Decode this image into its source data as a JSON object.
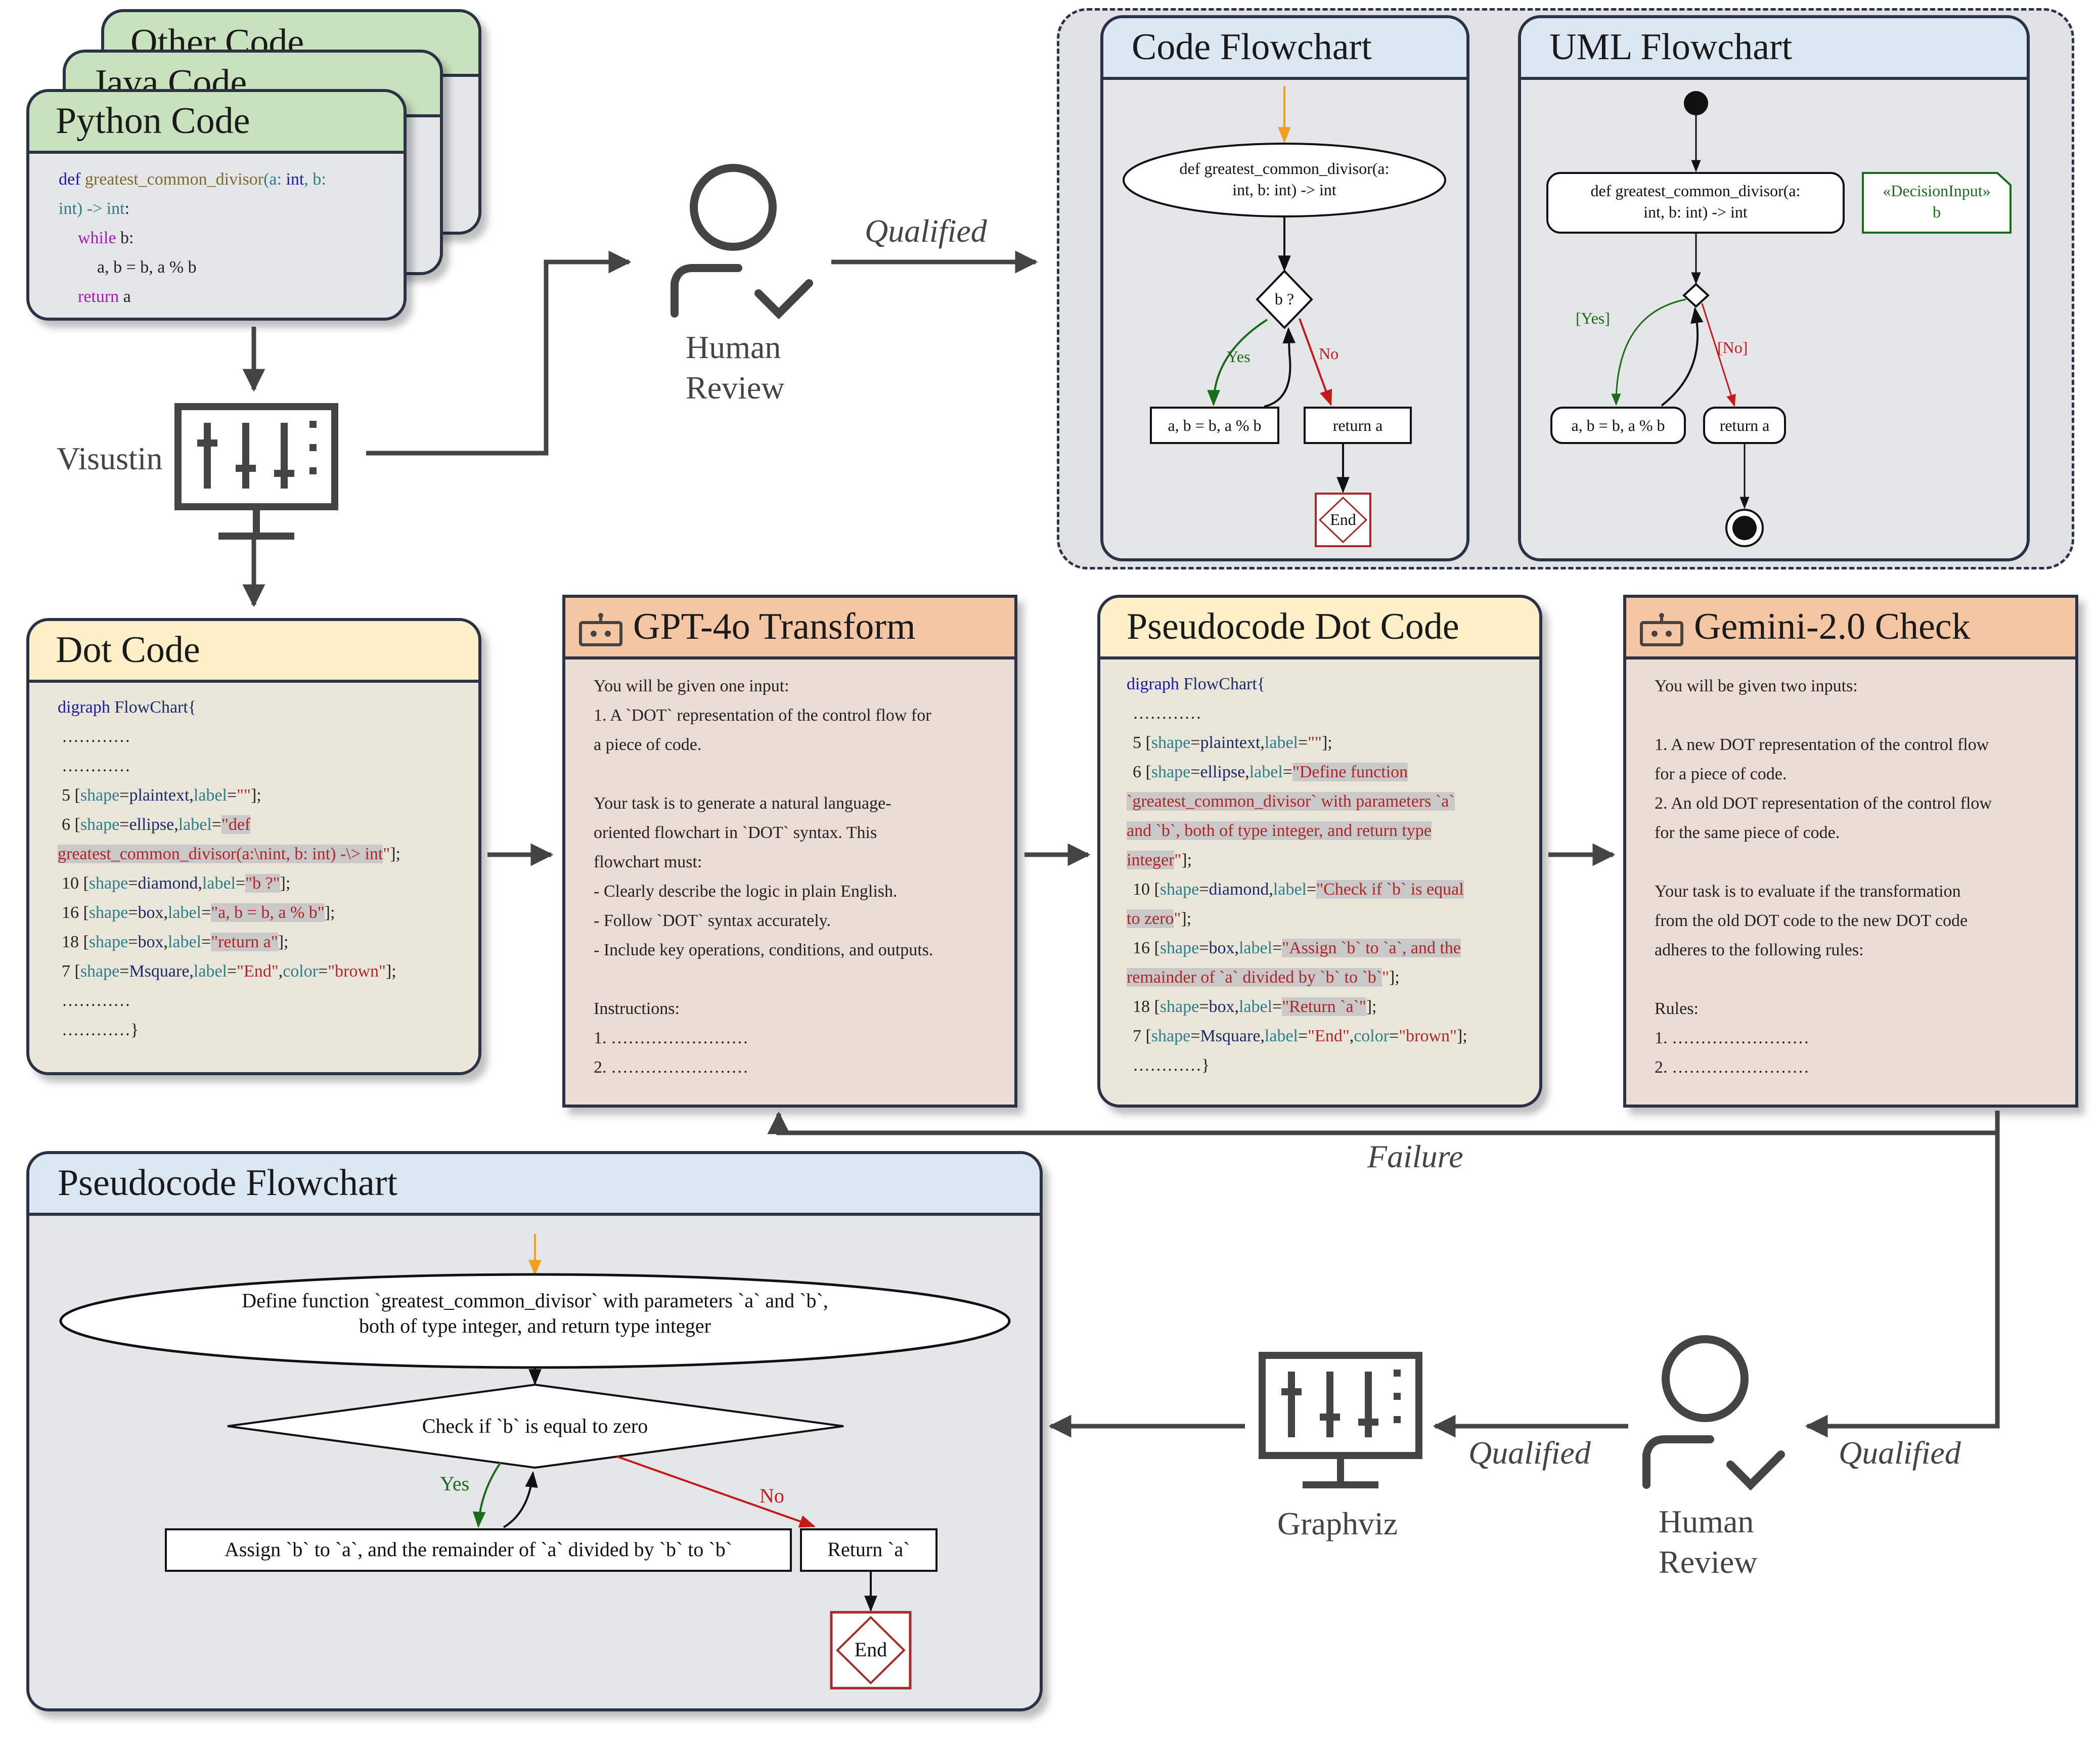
{
  "python_stack": {
    "back_titles": [
      "Other Code",
      "Java Code"
    ],
    "title": "Python Code",
    "code": {
      "l1": [
        "def",
        " greatest_common_divisor",
        "(a: ",
        "int",
        ", b:"
      ],
      "l2": [
        "int",
        ") -> ",
        "int",
        ":"
      ],
      "l3": [
        "while",
        " b:"
      ],
      "l4": "a, b = b, a % b",
      "l5": [
        "return",
        " a"
      ]
    }
  },
  "visustin_label": "Visustin",
  "human_review_top": [
    "Human",
    "Review"
  ],
  "qualified_top": "Qualified",
  "code_flowchart": {
    "title": "Code Flowchart",
    "start": [
      "def greatest_common_divisor(a:",
      "int, b: int) -> int"
    ],
    "decision": "b ?",
    "yes": "Yes",
    "no": "No",
    "loop_box": "a, b = b, a % b",
    "return_box": "return a",
    "end": "End"
  },
  "uml_flowchart": {
    "title": "UML Flowchart",
    "action": [
      "def greatest_common_divisor(a:",
      "int, b: int) -> int"
    ],
    "note": [
      "«DecisionInput»",
      "b"
    ],
    "yes": "[Yes]",
    "no": "[No]",
    "loop_box": "a, b = b, a % b",
    "return_box": "return a"
  },
  "dot_code": {
    "title": "Dot Code",
    "l1": [
      "digraph",
      " FlowChart{"
    ],
    "dots": "…………",
    "dots_end": "…………}",
    "l5": [
      "5 [",
      "shape",
      "=",
      "plaintext",
      ",",
      "label",
      "=",
      "\"\"",
      "];"
    ],
    "l6a": [
      "6 [",
      "shape",
      "=",
      "ellipse",
      ",",
      "label",
      "=",
      "\"def"
    ],
    "l6b": [
      "greatest_common_divisor(a:\\nint, b: int) -\\> int",
      "\"",
      "];"
    ],
    "l10": [
      "10 [",
      "shape",
      "=",
      "diamond",
      ",",
      "label",
      "=",
      "\"b ?\"",
      "];"
    ],
    "l16": [
      "16 [",
      "shape",
      "=",
      "box",
      ",",
      "label",
      "=",
      "\"a, b = b, a % b\"",
      "];"
    ],
    "l18": [
      "18 [",
      "shape",
      "=",
      "box",
      ",",
      "label",
      "=",
      "\"return a\"",
      "];"
    ],
    "l7": [
      "7 [",
      "shape",
      "=",
      "Msquare",
      ",",
      "label",
      "=",
      "\"End\"",
      ",",
      "color",
      "=",
      "\"brown\"",
      "];"
    ]
  },
  "gpt_transform": {
    "title": "GPT-4o Transform",
    "lines": [
      "You will be given one input:",
      "1. A `DOT` representation of the control flow for",
      "a piece of code.",
      "",
      "Your task is to generate a natural language-",
      "oriented flowchart in `DOT` syntax. This",
      "flowchart must:",
      "- Clearly describe the logic in plain English.",
      "- Follow `DOT` syntax accurately.",
      "- Include key operations, conditions, and outputs.",
      "",
      "Instructions:",
      "1. ……………………",
      "2. ……………………"
    ]
  },
  "pseudo_dot": {
    "title": "Pseudocode Dot Code",
    "l1": [
      "digraph",
      " FlowChart{"
    ],
    "dots": "…………",
    "dots_end": "…………}",
    "l5": [
      "5 [",
      "shape",
      "=",
      "plaintext",
      ",",
      "label",
      "=",
      "\"\"",
      "];"
    ],
    "l6a": [
      "6 [",
      "shape",
      "=",
      "ellipse",
      ",",
      "label",
      "=",
      "\"Define function"
    ],
    "l6b": "`greatest_common_divisor` with parameters `a`",
    "l6c": "and `b`, both of type integer, and return type",
    "l6d": [
      "integer",
      "\"",
      "];"
    ],
    "l10a": [
      "10 [",
      "shape",
      "=",
      "diamond",
      ",",
      "label",
      "=",
      "\"Check if `b` is equal"
    ],
    "l10b": [
      "to zero",
      "\"",
      "];"
    ],
    "l16a": [
      "16 [",
      "shape",
      "=",
      "box",
      ",",
      "label",
      "=",
      "\"Assign `b` to `a`, and the"
    ],
    "l16b": [
      "remainder of `a` divided by `b` to `b`",
      "\"",
      "];"
    ],
    "l18": [
      "18 [",
      "shape",
      "=",
      "box",
      ",",
      "label",
      "=",
      "\"Return `a`\"",
      "];"
    ],
    "l7": [
      "7 [",
      "shape",
      "=",
      "Msquare",
      ",",
      "label",
      "=",
      "\"End\"",
      ",",
      "color",
      "=",
      "\"brown\"",
      "];"
    ]
  },
  "gemini_check": {
    "title": "Gemini-2.0 Check",
    "lines": [
      "You will be given two inputs:",
      "",
      "1. A new DOT representation of the control flow",
      "for a piece of code.",
      "2. An old DOT representation of the control flow",
      "for the same piece of code.",
      "",
      "Your task is to evaluate if the transformation",
      "from the old DOT code to the new DOT code",
      "adheres to the following rules:",
      "",
      "Rules:",
      "1. ……………………",
      "2. ……………………"
    ]
  },
  "failure_label": "Failure",
  "pseudo_flowchart": {
    "title": "Pseudocode Flowchart",
    "start": [
      "Define function `greatest_common_divisor` with parameters `a` and `b`,",
      "both of type integer, and return type integer"
    ],
    "decision": "Check if `b` is equal to zero",
    "yes": "Yes",
    "no": "No",
    "loop_box": "Assign `b` to `a`, and the remainder of `a` divided by `b` to `b`",
    "return_box": "Return `a`",
    "end": "End"
  },
  "graphviz_label": "Graphviz",
  "human_review_bottom": [
    "Human",
    "Review"
  ],
  "qualified_bottom_left": "Qualified",
  "qualified_bottom_right": "Qualified",
  "colors": {
    "border": "#2b3246",
    "arrow": "#444444",
    "yes_green": "#1a6b1a",
    "no_red": "#c41a1a",
    "start_orange": "#f0a020",
    "end_brown": "#a52a2a"
  }
}
